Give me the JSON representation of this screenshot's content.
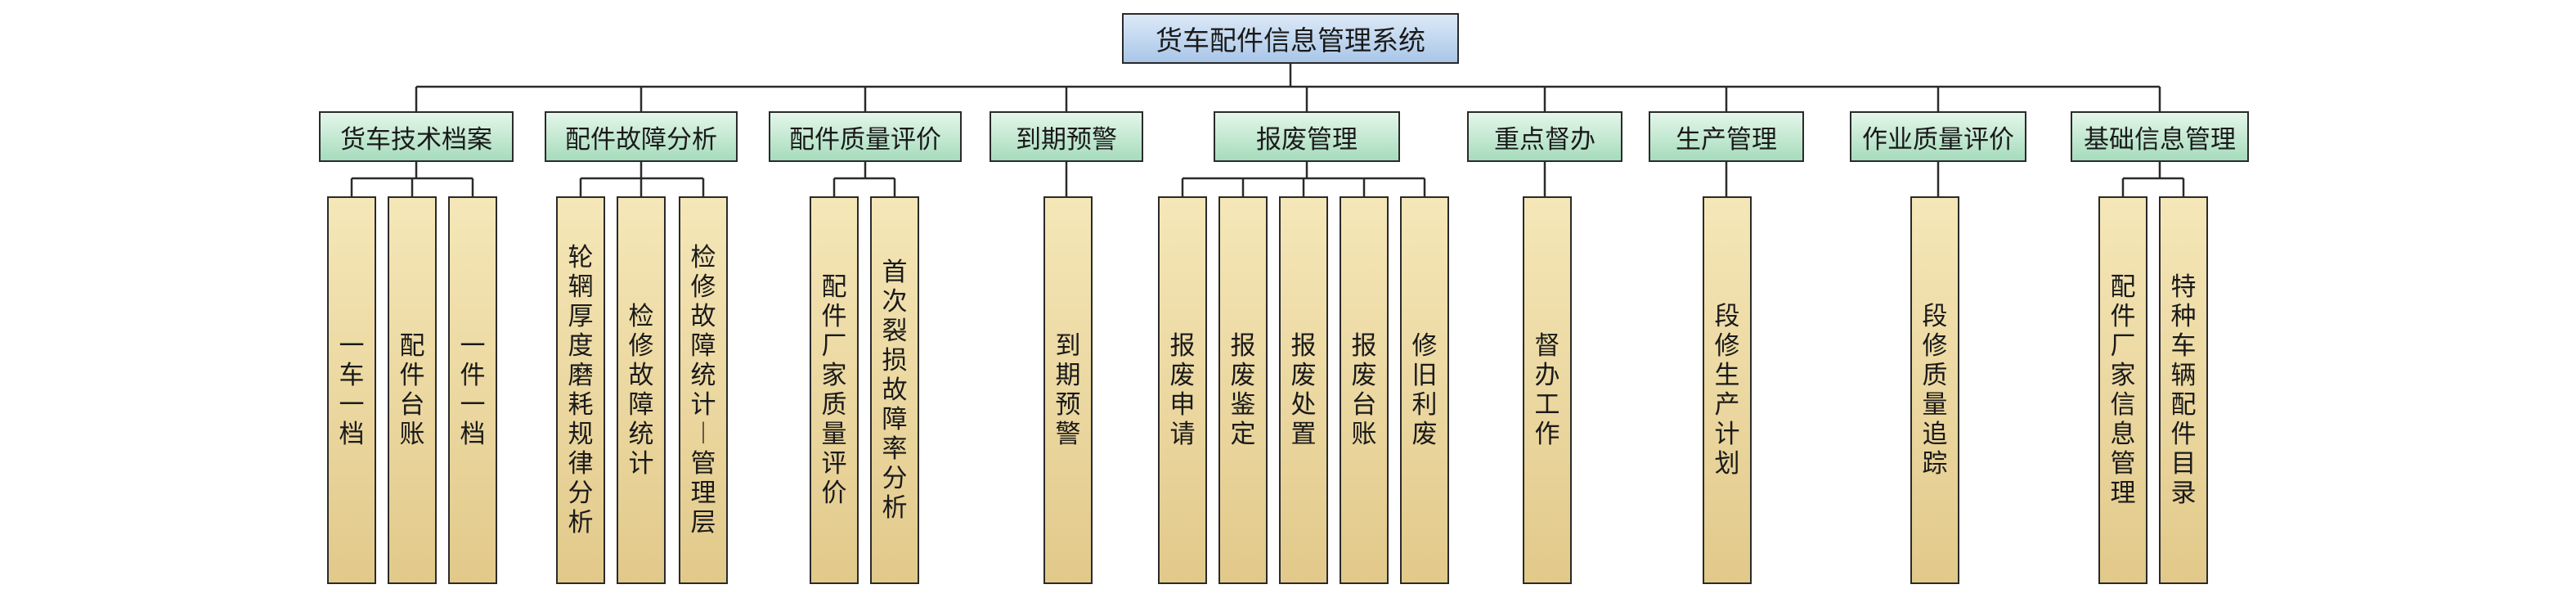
{
  "root": "货车配件信息管理系统",
  "categories": [
    {
      "label": "货车技术档案",
      "children": [
        "一车一档",
        "配件台账",
        "一件一档"
      ]
    },
    {
      "label": "配件故障分析",
      "children": [
        "轮辋厚度磨耗规律分析",
        "检修故障统计",
        "检修故障统计︱管理层"
      ]
    },
    {
      "label": "配件质量评价",
      "children": [
        "配件厂家质量评价",
        "首次裂损故障率分析"
      ]
    },
    {
      "label": "到期预警",
      "children": [
        "到期预警"
      ]
    },
    {
      "label": "报废管理",
      "children": [
        "报废申请",
        "报废鉴定",
        "报废处置",
        "报废台账",
        "修旧利废"
      ]
    },
    {
      "label": "重点督办",
      "children": [
        "督办工作"
      ]
    },
    {
      "label": "生产管理",
      "children": [
        "段修生产计划"
      ]
    },
    {
      "label": "作业质量评价",
      "children": [
        "段修质量追踪"
      ]
    },
    {
      "label": "基础信息管理",
      "children": [
        "配件厂家信息管理",
        "特种车辆配件目录"
      ]
    }
  ]
}
